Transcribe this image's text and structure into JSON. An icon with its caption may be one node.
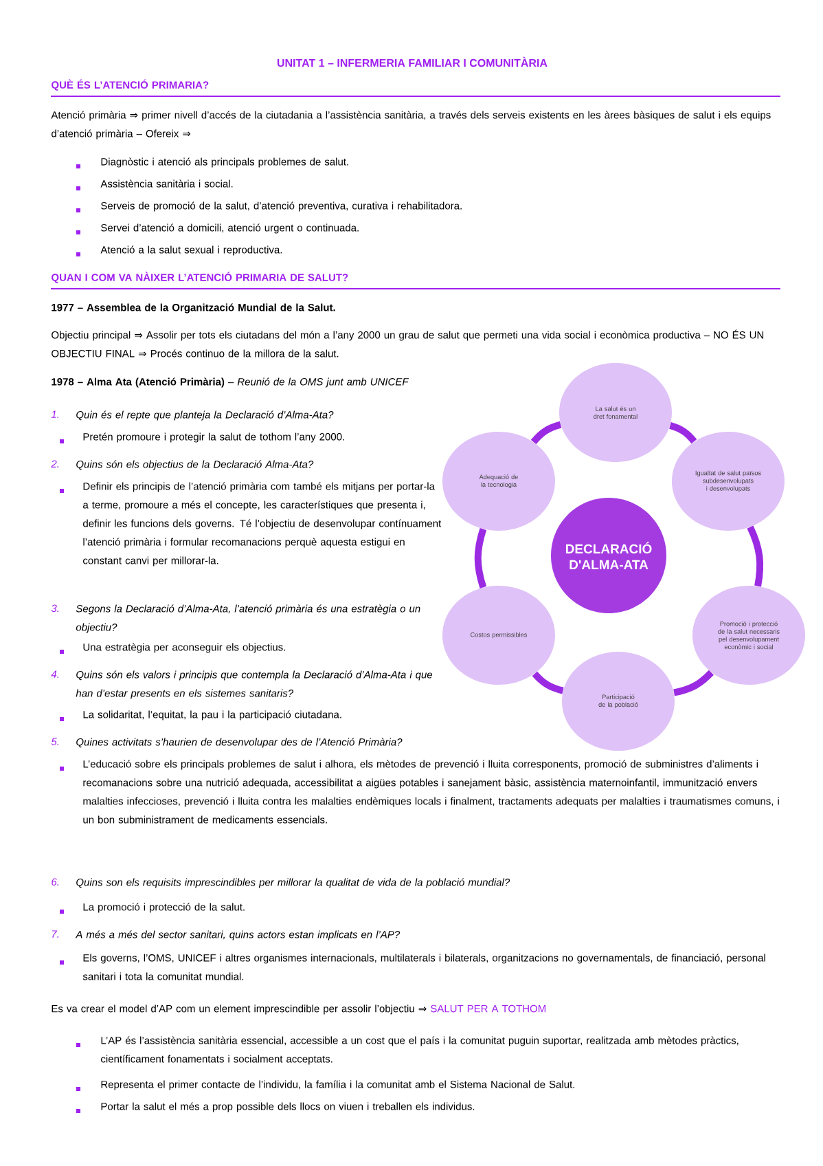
{
  "diagram": {
    "title": "UNITAT 1 – INFERMERIA FAMILIAR I COMUNITÀRIA",
    "nodes": [
      {
        "text": [
          "DECLARACIÓ D'ALMA-ATA"
        ]
      },
      {
        "text": [
          "La salut és un dret fonamental"
        ]
      },
      {
        "text": [
          "Igualtat de salut països subdesenvolupats i desenvolupats"
        ]
      },
      {
        "text": [
          "Promoció i protecció de la salut necessaris pel desenvolupament econòmic i social"
        ]
      },
      {
        "text": [
          "Participació de la població"
        ]
      },
      {
        "text": [
          "Costos permissibles"
        ]
      },
      {
        "text": [
          "Adequació de la tecnologia"
        ]
      }
    ],
    "edges": [
      {
        "from": 1,
        "to": 2,
        "arrow": "none"
      },
      {
        "from": 2,
        "to": 3,
        "arrow": "none"
      },
      {
        "from": 3,
        "to": 4,
        "arrow": "none"
      },
      {
        "from": 4,
        "to": 5,
        "arrow": "none"
      },
      {
        "from": 5,
        "to": 6,
        "arrow": "none"
      },
      {
        "from": 6,
        "to": 1,
        "arrow": "none"
      }
    ],
    "labels": [
      "QUÈ ÉS L’ATENCIÓ PRIMARIA?",
      "Atenció primària ⇒ primer nivell d’accés de la ciutadania a l’assistència sanitària, a través dels serveis existents en les àrees bàsiques de salut i els equips d’atenció primària – Ofereix ⇒",
      "Diagnòstic i atenció als principals problemes de salut.",
      "Assistència sanitària i social.",
      "Serveis de promoció de la salut, d’atenció preventiva, curativa i rehabilitadora.",
      "Servei d’atenció a domicili, atenció urgent o continuada.",
      "Atenció a la salut sexual i reproductiva.",
      "QUAN I COM VA NÀIXER L’ATENCIÓ PRIMARIA DE SALUT?",
      "1977 – Assemblea de la Organització Mundial de la Salut.",
      "Objectiu principal ⇒ Assolir per tots els ciutadans del món a l’any 2000 un grau de salut que permeti una vida social i econòmica productiva – NO ÉS UN OBJECTIU FINAL ⇒ Procés continuo de la millora de la salut.",
      "**1978 – Alma Ata (Atenció Primària)** – *Reunió de la OMS junt amb UNICEF*",
      "1.",
      "Quin és el repte que planteja la Declaració d’Alma-Ata?",
      "Pretén promoure i protegir la salut de tothom l’any 2000.",
      "2.",
      "Quins són els objectius de la Declaració Alma-Ata?",
      "Definir els principis de l’atenció primària com també els mitjans per portar-la a terme, promoure a més el concepte, les característiques que presenta i, definir les funcions dels governs. Té l’objectiu de desenvolupar contínuament l’atenció primària i formular recomanacions perquè aquesta estigui en constant canvi per millorar-la.",
      "3.",
      "Segons la Declaració d’Alma-Ata, l’atenció primària és una estratègia o un objectiu?",
      "Una estratègia per aconseguir els objectius.",
      "4.",
      "Quins són els valors i principis que contempla la Declaració d’Alma-Ata i que han d’estar presents en els sistemes sanitaris?",
      "La solidaritat, l’equitat, la pau i la participació ciutadana.",
      "5.",
      "Quines activitats s’haurien de desenvolupar des de l’Atenció Primària?",
      "L’educació sobre els principals problemes de salut i alhora, els mètodes de prevenció i lluita corresponents, promoció de subministres d’aliments i recomanacions sobre una nutrició adequada, accessibilitat a aigües potables i sanejament bàsic, assistència maternoinfantil, immunització envers malalties infeccioses, prevenció i lluita contra les malalties endèmiques locals i finalment, tractaments adequats per malalties i traumatismes comuns, i un bon subministrament de medicaments essencials.",
      "6.",
      "Quins son els requisits imprescindibles per millorar la qualitat de vida de la població mundial?",
      "La promoció i protecció de la salut.",
      "7.",
      "A més a més del sector sanitari, quins actors estan implicats en l’AP?",
      "Els governs, l’OMS, UNICEF i altres organismes internacionals, multilaterals i bilaterals, organitzacions no governamentals, de financiació, personal sanitari i tota la comunitat mundial.",
      "Es va crear el model d’AP com un element imprescindible per assolir l’objectiu ⇒",
      "SALUT PER A TOTHOM",
      "L’AP és l’assistència sanitària essencial, accessible a un cost que el país i la comunitat puguin suportar, realitzada amb mètodes pràctics, científicament fonamentats i socialment acceptats.",
      "Representa el primer contacte de l’individu, la família i la comunitat amb el Sistema Nacional de Salut.",
      "Portar la salut el més a prop possible dels llocs on viuen i treballen els individus."
    ]
  }
}
